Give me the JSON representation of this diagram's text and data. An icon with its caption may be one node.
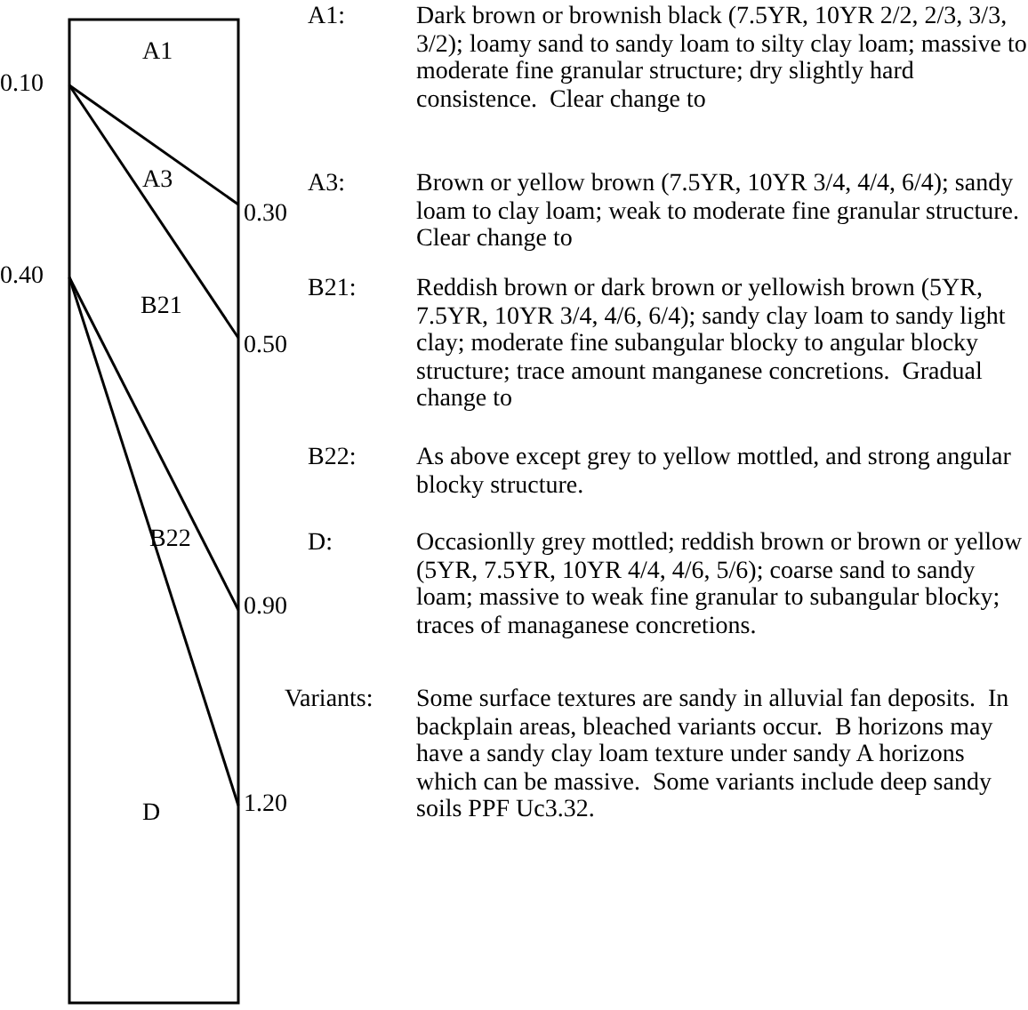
{
  "diagram": {
    "labels": [
      "0.10",
      "0.40",
      "A1",
      "A3",
      "B21",
      "B22",
      "D",
      "0.30",
      "0.50",
      "0.90",
      "1.20",
      "A1:",
      "Dark brown or brownish black (7.5YR, 10YR 2/2, 2/3, 3/3, 3/2); loamy sand to sandy loam to silty clay loam; massive to moderate fine granular structure; dry slightly hard consistence.  Clear change to",
      "A3:",
      "Brown or yellow brown (7.5YR, 10YR 3/4, 4/4, 6/4); sandy loam to clay loam; weak to moderate fine granular structure.  Clear change to",
      "B21:",
      "Reddish brown or dark brown or yellowish brown (5YR, 7.5YR, 10YR 3/4, 4/6, 6/4); sandy clay loam to sandy light clay; moderate fine subangular blocky to angular blocky structure; trace amount manganese concretions.  Gradual change to",
      "B22:",
      "As above except grey to yellow mottled, and strong angular blocky structure.",
      "D:",
      "Occasionlly grey mottled; reddish brown or brown or yellow (5YR, 7.5YR, 10YR 4/4, 4/6, 5/6); coarse sand to sandy loam; massive to weak fine granular to subangular blocky; traces of managanese concretions.",
      "Variants:",
      "Some surface textures are sandy in alluvial fan deposits.  In backplain areas, bleached variants occur.  B horizons may have a sandy clay loam texture under sandy A horizons which can be massive.  Some variants include deep sandy soils PPF Uc3.32."
    ]
  }
}
